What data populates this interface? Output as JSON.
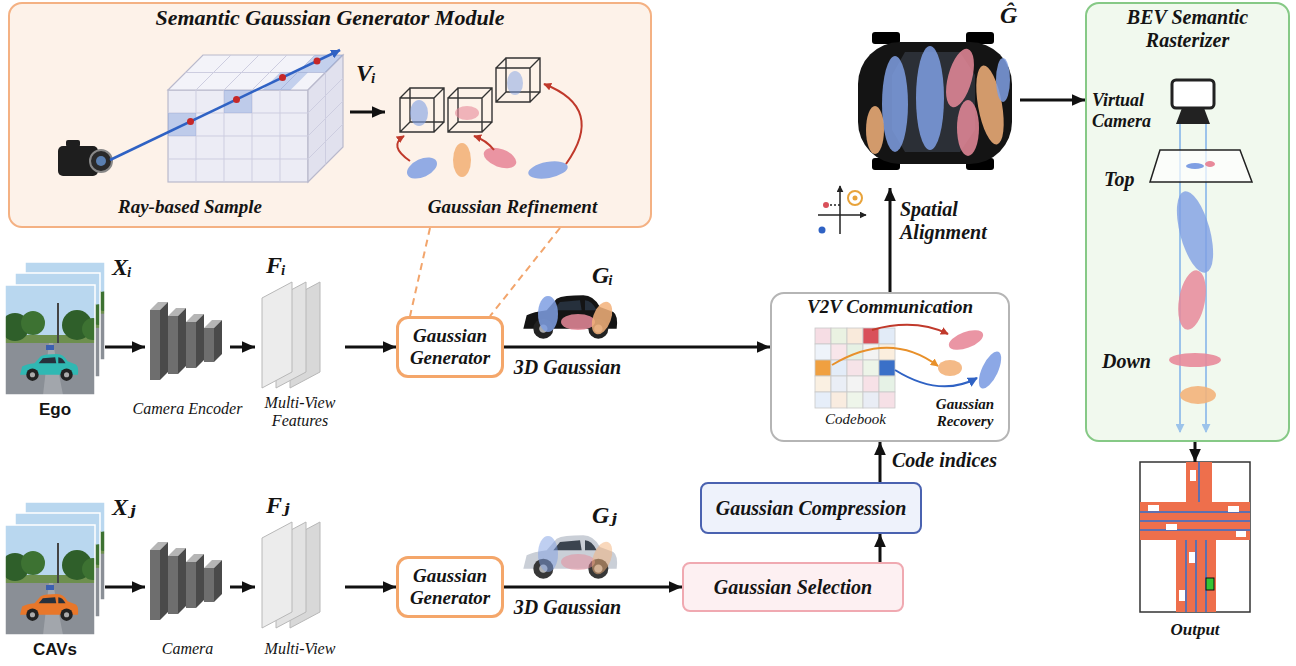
{
  "diagram": {
    "nodes": [
      {
        "text": [
          "Semantic Gaussian Generator Module"
        ]
      },
      {
        "text": [
          "Vᵢ",
          "Ray-based Sample"
        ],
        "in": 0
      },
      {
        "text": [
          "Gaussian Refinement"
        ],
        "in": 0
      },
      {
        "text": [
          "Xᵢ",
          "Ego"
        ]
      },
      {
        "text": [
          "Camera Encoder"
        ]
      },
      {
        "text": [
          "Fᵢ",
          "Multi-View Features"
        ]
      },
      {
        "text": [
          "Gaussian Generator"
        ]
      },
      {
        "text": [
          "Xⱼ",
          "CAVs"
        ]
      },
      {
        "text": [
          "Camera"
        ]
      },
      {
        "text": [
          "Fⱼ",
          "Multi-View"
        ]
      },
      {
        "text": [
          "Gaussian Generator"
        ]
      },
      {
        "text": [
          "V2V Communication",
          "Codebook",
          "Gaussian Recovery"
        ]
      },
      {
        "text": [
          "Gaussian Selection"
        ]
      },
      {
        "text": [
          "Gaussian Compression"
        ]
      },
      {
        "text": [
          "Ĝ"
        ]
      },
      {
        "text": [
          "BEV Semantic Rasterizer",
          "Virtual Camera",
          "Top",
          "Down"
        ]
      },
      {
        "text": [
          "Output"
        ]
      }
    ],
    "edges": [
      {
        "from": 1,
        "to": 2,
        "arrow": "to"
      },
      {
        "from": 3,
        "to": 4,
        "arrow": "to"
      },
      {
        "from": 4,
        "to": 5,
        "arrow": "to"
      },
      {
        "from": 5,
        "to": 6,
        "arrow": "to"
      },
      {
        "from": 6,
        "to": 11,
        "label": "3D Gaussian",
        "arrow": "to"
      },
      {
        "from": 7,
        "to": 8,
        "arrow": "to"
      },
      {
        "from": 8,
        "to": 9,
        "arrow": "to"
      },
      {
        "from": 9,
        "to": 10,
        "arrow": "to"
      },
      {
        "from": 10,
        "to": 12,
        "label": "3D Gaussian",
        "arrow": "to"
      },
      {
        "from": 12,
        "to": 13,
        "arrow": "to"
      },
      {
        "from": 13,
        "to": 11,
        "label": "Code indices",
        "arrow": "to"
      },
      {
        "from": 11,
        "to": 14,
        "label": "Spatial Alignment",
        "arrow": "to"
      },
      {
        "from": 14,
        "to": 15,
        "arrow": "to"
      },
      {
        "from": 15,
        "to": 16,
        "arrow": "to"
      },
      {
        "from": 0,
        "to": 6,
        "arrow": "none"
      }
    ],
    "labels": [
      "Gᵢ",
      "Gⱼ"
    ]
  }
}
